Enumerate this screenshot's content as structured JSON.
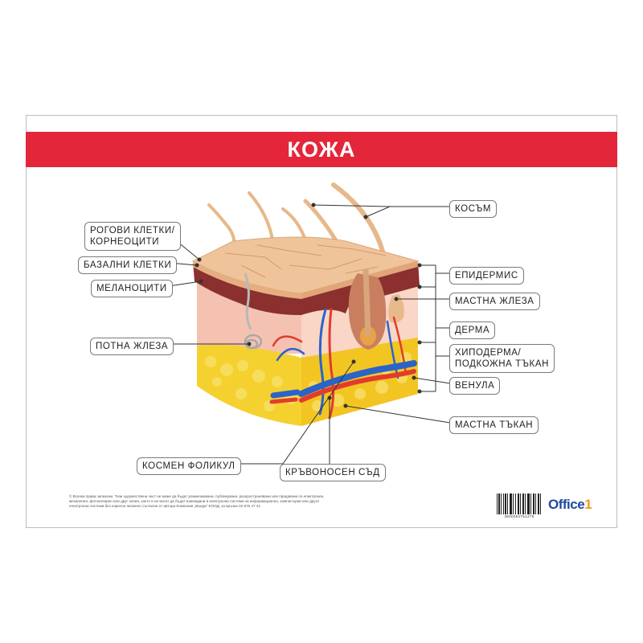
{
  "title": "КОЖА",
  "labels": {
    "horny_cells": [
      "РОГОВИ КЛЕТКИ/",
      "КОРНЕОЦИТИ"
    ],
    "basal_cells": "БАЗАЛНИ КЛЕТКИ",
    "melanocytes": "МЕЛАНОЦИТИ",
    "sweat_gland": "ПОТНА ЖЛЕЗА",
    "hair_follicle": "КОСМЕН ФОЛИКУЛ",
    "blood_vessel": "КРЪВОНОСЕН СЪД",
    "hair": "КОСЪМ",
    "epidermis": "ЕПИДЕРМИС",
    "sebaceous_gland": "МАСТНА ЖЛЕЗА",
    "dermis": "ДЕРМА",
    "hypodermis": [
      "ХИПОДЕРМА/",
      "ПОДКОЖНА ТЪКАН"
    ],
    "venule": "ВЕНУЛА",
    "fat_tissue": "МАСТНА ТЪКАН"
  },
  "footer": {
    "legal": "© Всички права запазени. Тази художествена част не може да бъдат размножавани, публикувани, разпространявани или предавани по електронен, механичен, фотокопирен или друг начин, както и не могат да бъдат въвеждани в електронни системи за информационно, компютърни или други електронни системи без изрично писмено съгласие от автора Компания „Ванда\" ЕООД, за връзка 02 976 47 21.",
    "barcode_number": "3800052751276",
    "brand_name": "Office",
    "brand_suffix": "1"
  },
  "colors": {
    "banner": "#e3263a",
    "epidermis": "#f0c49a",
    "basal_layer": "#8b2f2f",
    "dermis": "#f7c7b6",
    "fat": "#f4d12f",
    "artery": "#e23b2e",
    "vein": "#2a63c9",
    "brand": "#1f4aa0",
    "brand_accent": "#f39a1b"
  }
}
